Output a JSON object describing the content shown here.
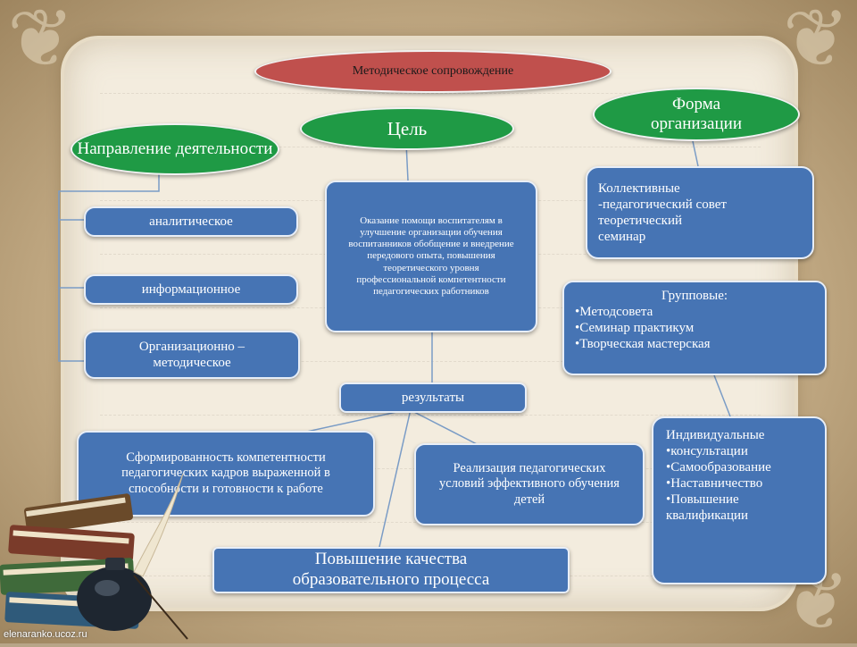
{
  "title": "Методическое сопровождение",
  "headers": {
    "direction": "Направление деятельности",
    "goal": "Цель",
    "form": "Форма организации"
  },
  "directions": [
    "аналитическое",
    "информационное",
    "Организационно – методическое"
  ],
  "goal_text": "Оказание помощи воспитателям в улучшение организации обучения воспитанников обобщение и внедрение передового опыта, повышения теоретического уровня профессиональной компетентности педагогических работников",
  "results_label": "результаты",
  "results": [
    "Сформированность компетентности педагогических кадров выраженной в способности и готовности к работе",
    "Реализация педагогических условий эффективного обучения детей",
    "Повышение качества образовательного процесса"
  ],
  "forms": {
    "collective": {
      "lines": [
        "Коллективные",
        "-педагогический совет",
        "теоретический",
        "семинар"
      ]
    },
    "group": {
      "heading": "Групповые:",
      "items": [
        "Методсовета",
        "Семинар практикум",
        "Творческая мастерская"
      ]
    },
    "individual": {
      "heading": "Индивидуальные",
      "items": [
        "консультации",
        "Самообразование",
        "Наставничество",
        "Повышение квалификации"
      ]
    }
  },
  "watermark": "elenaranko.ucoz.ru",
  "colors": {
    "title_ellipse": "#c0504d",
    "header_ellipse": "#1f9a45",
    "box": "#4674b4",
    "paper": "#f3ecde"
  }
}
